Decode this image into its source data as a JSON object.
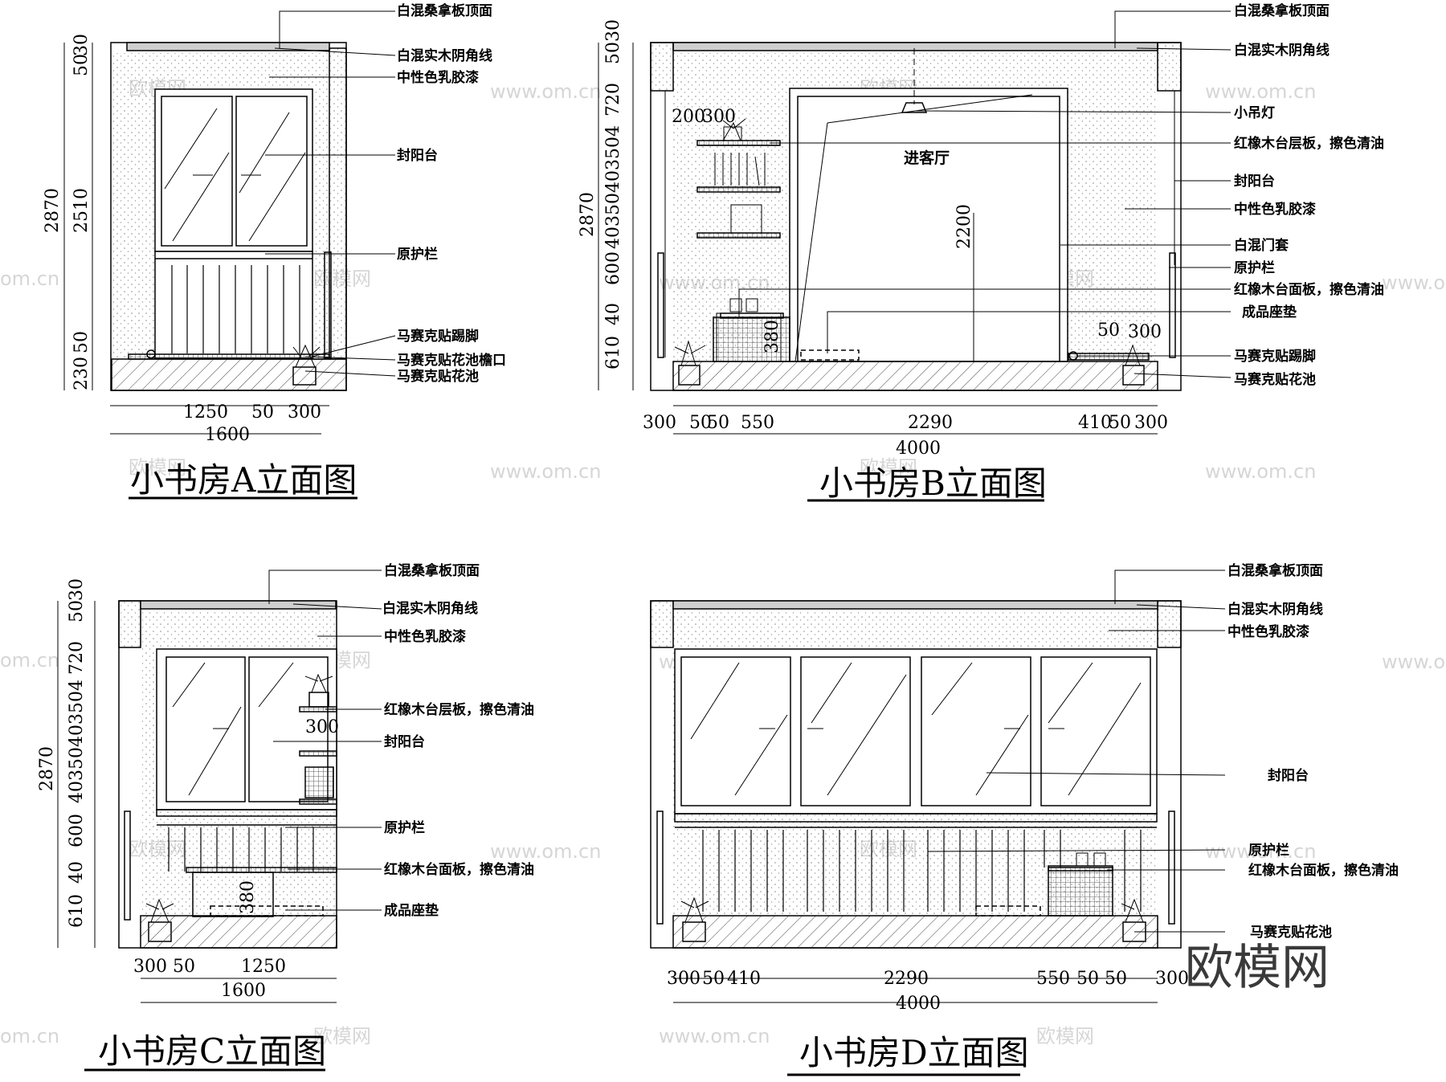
{
  "elevations": {
    "a": {
      "title": "小书房A立面图",
      "labels": [
        "白混桑拿板顶面",
        "白混实木阴角线",
        "中性色乳胶漆",
        "封阳台",
        "原护栏",
        "马赛克贴踢脚",
        "马赛克贴花池檐口",
        "马赛克贴花池"
      ],
      "vdims_outer": "2870",
      "vdims_inner": [
        "50",
        "30",
        "2510",
        "50",
        "230"
      ],
      "hdims": [
        "1250",
        "50",
        "300"
      ],
      "hdim_total": "1600"
    },
    "b": {
      "title": "小书房B立面图",
      "labels": [
        "白混桑拿板顶面",
        "白混实木阴角线",
        "小吊灯",
        "红橡木台层板，擦色清油",
        "封阳台",
        "中性色乳胶漆",
        "白混门套",
        "原护栏",
        "红橡木台面板，擦色清油",
        "成品座垫",
        "马赛克贴踢脚",
        "马赛克贴花池"
      ],
      "room_label": "进客厅",
      "vdims_outer": "2870",
      "vdims_inner": [
        "50",
        "30",
        "720",
        "40350403504",
        "600",
        "40",
        "610"
      ],
      "inner_dims": [
        "200",
        "300",
        "2200",
        "380",
        "50",
        "300"
      ],
      "hdims": [
        "300",
        "50",
        "50",
        "550",
        "2290",
        "410",
        "50",
        "300"
      ],
      "hdim_total": "4000"
    },
    "c": {
      "title": "小书房C立面图",
      "labels": [
        "白混桑拿板顶面",
        "白混实木阴角线",
        "中性色乳胶漆",
        "红橡木台层板，擦色清油",
        "封阳台",
        "原护栏",
        "红橡木台面板，擦色清油",
        "成品座垫"
      ],
      "vdims_outer": "2870",
      "vdims_inner": [
        "50",
        "30",
        "720",
        "40350403504",
        "600",
        "40",
        "610"
      ],
      "inner_dims": [
        "300",
        "380"
      ],
      "hdims": [
        "300",
        "50",
        "1250"
      ],
      "hdim_total": "1600"
    },
    "d": {
      "title": "小书房D立面图",
      "labels": [
        "白混桑拿板顶面",
        "白混实木阴角线",
        "中性色乳胶漆",
        "封阳台",
        "原护栏",
        "红橡木台面板，擦色清油",
        "马赛克贴花池"
      ],
      "hdims": [
        "300",
        "50",
        "410",
        "2290",
        "550",
        "50",
        "50",
        "300"
      ],
      "hdim_total": "4000"
    }
  },
  "watermarks": {
    "site": "www.om.cn",
    "cn": "欧模网",
    "domain_short": "om.cn",
    "brand": "欧模网"
  }
}
